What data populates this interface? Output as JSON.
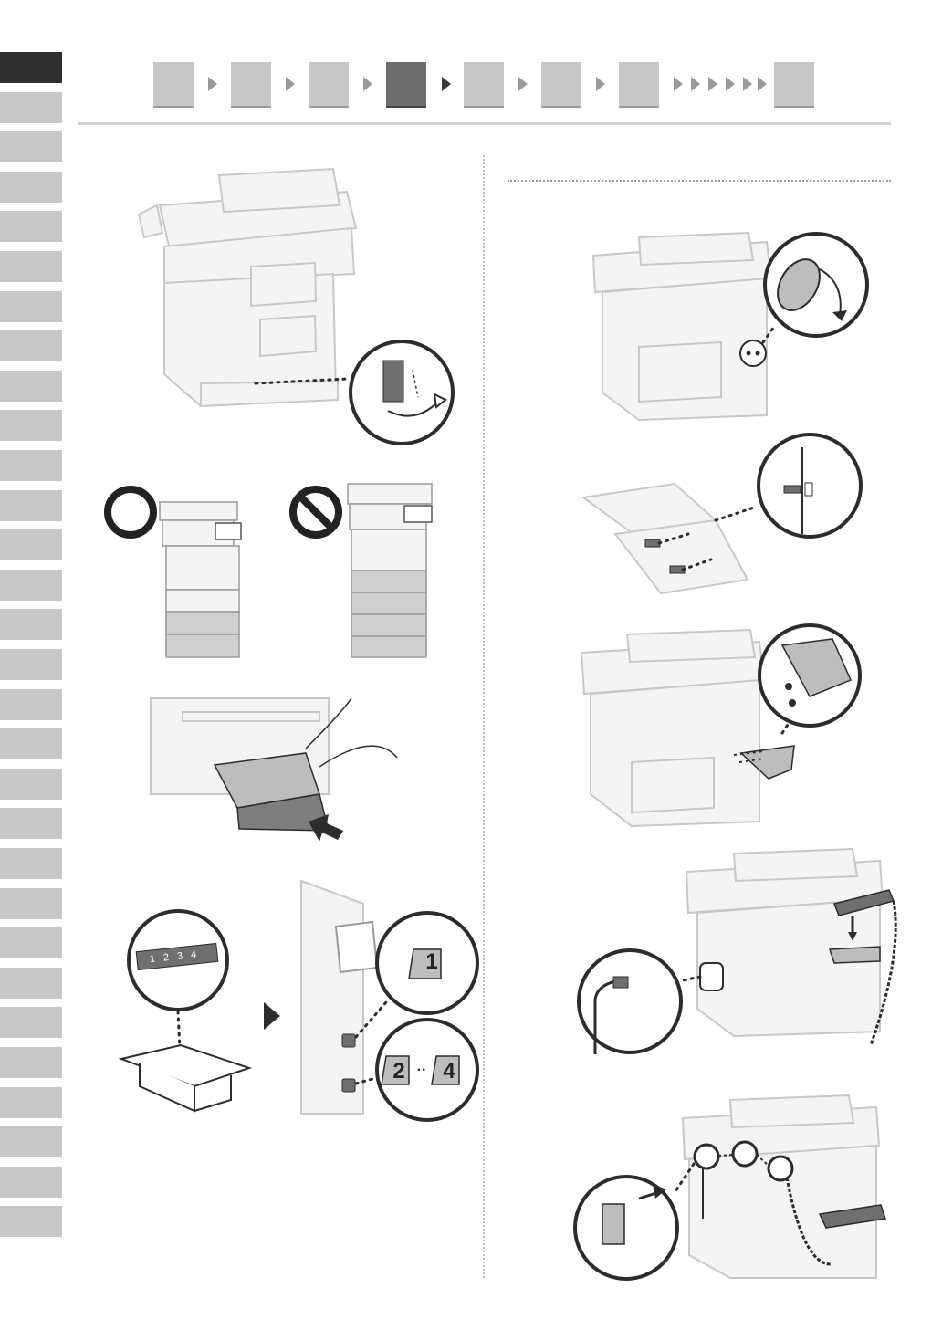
{
  "language_tabs": {
    "count": 30,
    "active_index": 0
  },
  "steps": {
    "count": 8,
    "active_index": 3,
    "more_arrows": 6
  },
  "tray_badges": {
    "first": "1",
    "range_start": "2",
    "range_sep": "··",
    "range_end": "4"
  },
  "sticker_digits": [
    "1",
    "2",
    "3",
    "4"
  ],
  "colors": {
    "tab": "#c8c8c8",
    "tab_active": "#2e2e2e",
    "step": "#c8c8c8",
    "step_active": "#6e6e6e",
    "line": "#9a9a9a"
  },
  "icons": {
    "ok": "circle-ok-icon",
    "not_ok": "prohibited-icon",
    "next": "triangle-next-icon",
    "push": "push-arrow-icon"
  }
}
